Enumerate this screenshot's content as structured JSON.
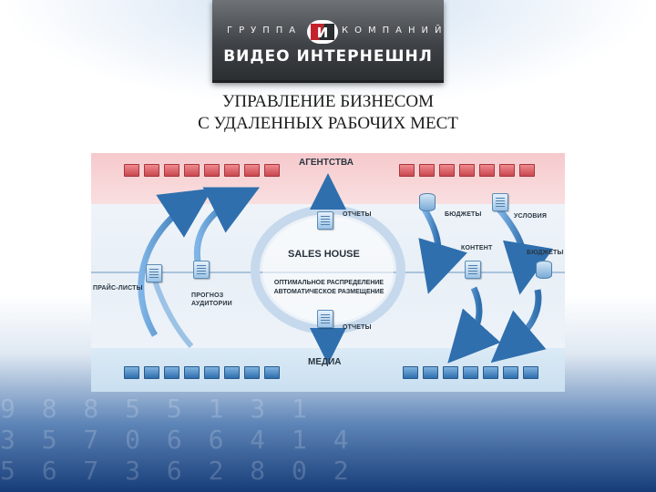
{
  "logo": {
    "word_left": "ГРУППА",
    "word_right": "КОМПАНИЙ",
    "mark_letter": "И",
    "main": "ВИДЕО ИНТЕРНЕШНЛ"
  },
  "headline": {
    "line1": "УПРАВЛЕНИЕ БИЗНЕСОМ",
    "line2": "С УДАЛЕННЫХ РАБОЧИХ МЕСТ"
  },
  "diagram": {
    "top_band": "АГЕНТСТВА",
    "bottom_band": "МЕДИА",
    "center_title": "SALES HOUSE",
    "center_sub_1": "ОПТИМАЛЬНОЕ РАСПРЕДЕЛЕНИЕ",
    "center_sub_2": "АВТОМАТИЧЕСКОЕ РАЗМЕЩЕНИЕ",
    "label_reports_top": "ОТЧЕТЫ",
    "label_reports_bottom": "ОТЧЕТЫ",
    "label_budgets_1": "БЮДЖЕТЫ",
    "label_conditions": "УСЛОВИЯ",
    "label_content": "КОНТЕНТ",
    "label_budgets_2": "БЮДЖЕТЫ",
    "label_pricelists": "ПРАЙС-ЛИСТЫ",
    "label_forecast_1": "ПРОГНОЗ",
    "label_forecast_2": "АУДИТОРИИ"
  },
  "colors": {
    "agency_band": "#f6c9cc",
    "media_band": "#dbeaf6",
    "arrow_blue": "#3a7cc0",
    "logo_red": "#c4232d"
  },
  "icons": [
    "monitor-icon",
    "document-icon",
    "database-icon",
    "chart-icon",
    "arrow-icon"
  ],
  "background_code": [
    "9 8 8 5 5 1 3 1",
    "3 5 7 0 6 6 4 1 4",
    "5 6 7 3 6 2 8 0 2"
  ]
}
